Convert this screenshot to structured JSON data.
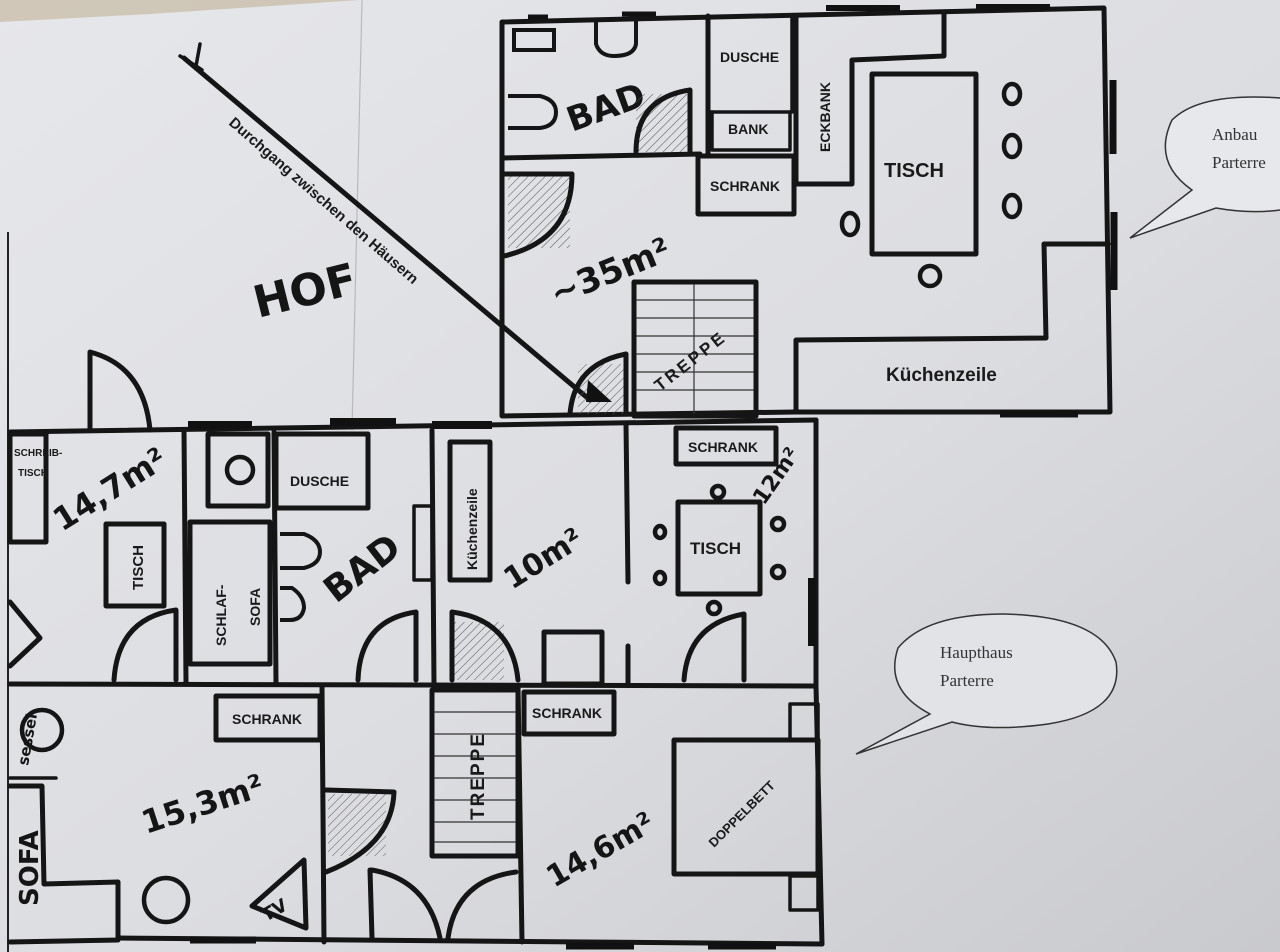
{
  "courtyard": {
    "label": "HOF",
    "passage_label": "Durchgang zwischen den Häusern"
  },
  "annex": {
    "callout": [
      "Anbau",
      "Parterre"
    ],
    "bath_label": "BAD",
    "shower_label": "DUSCHE",
    "bench_label": "BANK",
    "corner_bench_label": "ECKBANK",
    "cabinet_label": "SCHRANK",
    "table_label": "TISCH",
    "area_label": "~35m²",
    "stair_label": "TREPPE",
    "kitchen_label": "Küchenzeile"
  },
  "main_house": {
    "callout": [
      "Haupthaus",
      "Parterre"
    ],
    "room_a": {
      "area_label": "14,7m²",
      "desk_label": [
        "SCHREIB-",
        "TISCH"
      ],
      "table_label": "TISCH",
      "sofa_bed_label": [
        "SCHLAF-",
        "SOFA"
      ]
    },
    "bath": {
      "label": "BAD",
      "shower_label": "DUSCHE"
    },
    "kitchen": {
      "kitchenette_label": "Küchenzeile",
      "area_label": "10m²"
    },
    "dining": {
      "cabinet_label": "SCHRANK",
      "area_label": "12m²",
      "table_label": "TISCH"
    },
    "living": {
      "cabinet_label": "SCHRANK",
      "area_label": "15,3m²",
      "armchair_label": "sessel",
      "sofa_label": "SOFA",
      "tv_label": "TV"
    },
    "hall": {
      "stair_label": "TREPPE"
    },
    "bedroom": {
      "cabinet_label": "SCHRANK",
      "area_label": "14,6m²",
      "bed_label": "DOPPELBETT"
    }
  }
}
